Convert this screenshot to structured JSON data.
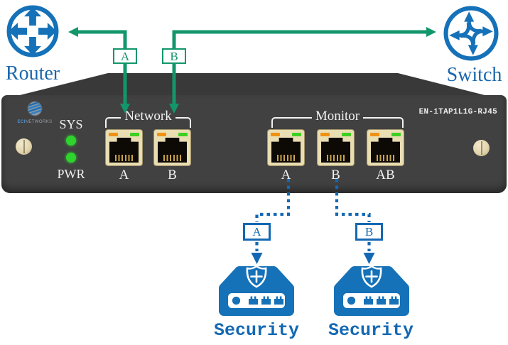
{
  "colors": {
    "blue": "#1468b3",
    "green": "#12966b",
    "panel_front": "#414141",
    "panel_top": "#393939",
    "port_beige": "#e9ddb2",
    "led_green": "#2ed32e",
    "led_orange": "#ef9214"
  },
  "router": {
    "label": "Router"
  },
  "switch": {
    "label": "Switch"
  },
  "links": {
    "network_a_tag": "A",
    "network_b_tag": "B",
    "monitor_a_tag": "A",
    "monitor_b_tag": "B"
  },
  "device": {
    "model": "EN-iTAP1L1G-RJ45",
    "logo_prefix": "ECI",
    "logo_suffix": "NETWORKS",
    "led_sys": "SYS",
    "led_pwr": "PWR",
    "network_group": {
      "label": "Network",
      "ports": [
        "A",
        "B"
      ]
    },
    "monitor_group": {
      "label": "Monitor",
      "ports": [
        "A",
        "B",
        "AB"
      ]
    }
  },
  "security": {
    "left_label": "Security",
    "right_label": "Security"
  }
}
